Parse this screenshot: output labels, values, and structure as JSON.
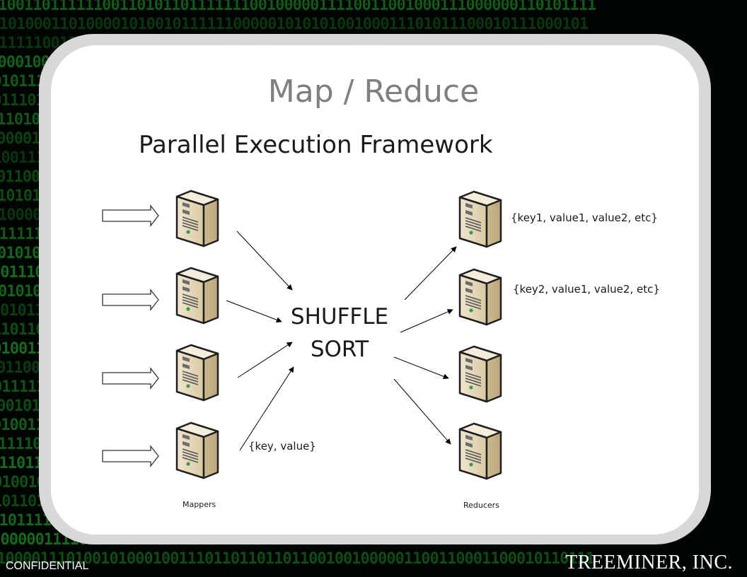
{
  "slide": {
    "title": "Map / Reduce",
    "subtitle": "Parallel Execution Framework"
  },
  "diagram": {
    "center_label_line1": "SHUFFLE",
    "center_label_line2": "SORT",
    "mappers_label": "Mappers",
    "reducers_label": "Reducers",
    "mapper_output_label": "{key, value}",
    "reducer_labels": [
      "{key1, value1, value2, etc}",
      "{key2, value1, value2, etc}"
    ]
  },
  "footer": {
    "confidential": "CONFIDENTIAL",
    "company": "TREEMINER, INC."
  },
  "colors": {
    "background": "#030803",
    "binary_text": "#2ecc40",
    "card_border": "#d8d8d8",
    "title": "#7f7f7f"
  }
}
